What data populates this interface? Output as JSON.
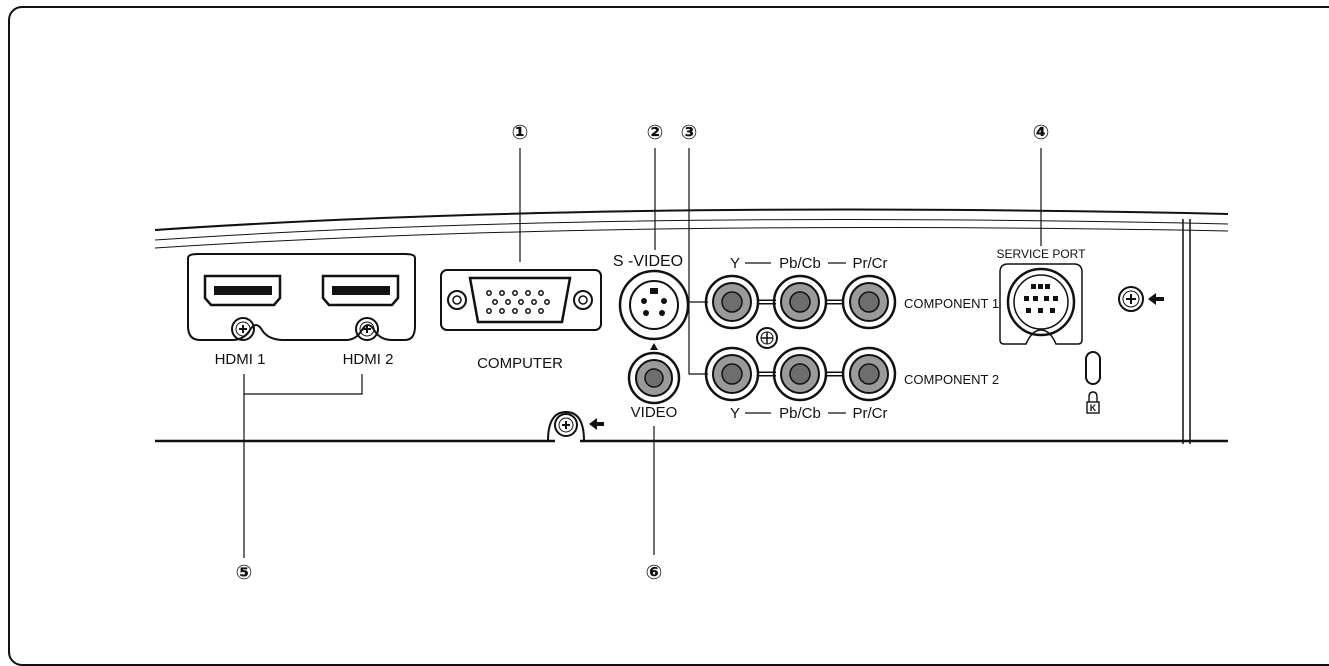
{
  "callouts": {
    "c1": "①",
    "c2": "②",
    "c3": "③",
    "c4": "④",
    "c5": "⑤",
    "c6": "⑥"
  },
  "ports": {
    "hdmi1": "HDMI 1",
    "hdmi2": "HDMI 2",
    "computer": "COMPUTER",
    "svideo": "S -VIDEO",
    "video": "VIDEO",
    "service_port": "SERVICE  PORT",
    "component1": "COMPONENT 1",
    "component2": "COMPONENT 2",
    "comp_top": {
      "y": "Y",
      "pb": "Pb/Cb",
      "pr": "Pr/Cr"
    },
    "comp_bottom": {
      "y": "Y",
      "pb": "Pb/Cb",
      "pr": "Pr/Cr"
    }
  },
  "colors": {
    "line": "#111111",
    "jack_fill": "#9a9a9a",
    "jack_center": "#6e6e6e"
  },
  "icons": [
    "screw-icon",
    "arrow-left-icon",
    "kensington-lock-icon"
  ]
}
